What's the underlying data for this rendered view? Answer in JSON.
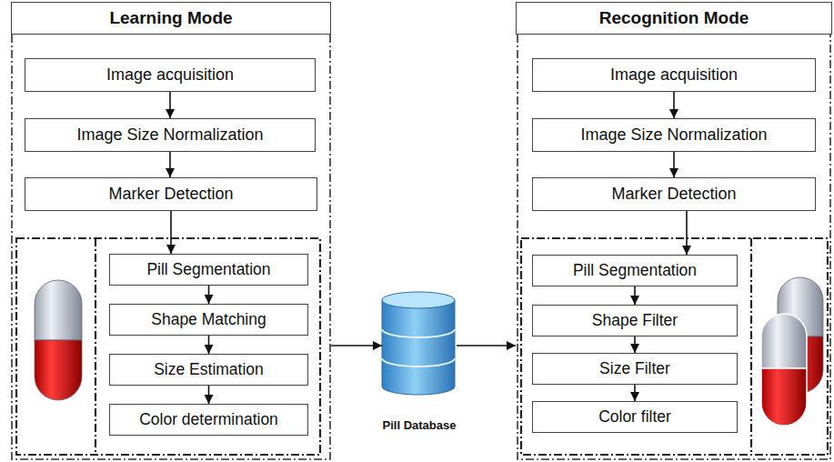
{
  "diagram": {
    "nodes": [
      {
        "text": [
          "Learning Mode"
        ]
      },
      {
        "text": [
          "Image acquisition"
        ],
        "in": 0
      },
      {
        "text": [
          "Image Size Normalization"
        ],
        "in": 0
      },
      {
        "text": [
          "Marker Detection"
        ],
        "in": 0
      },
      {
        "text": [
          "Pill Segmentation"
        ],
        "in": 0
      },
      {
        "text": [
          "Shape Matching"
        ],
        "in": 0
      },
      {
        "text": [
          "Size Estimation"
        ],
        "in": 0
      },
      {
        "text": [
          "Color determination"
        ],
        "in": 0
      },
      {
        "text": [
          "Pill Database"
        ]
      },
      {
        "text": [
          "Recognition Mode"
        ]
      },
      {
        "text": [
          "Image acquisition"
        ],
        "in": 9
      },
      {
        "text": [
          "Image Size Normalization"
        ],
        "in": 9
      },
      {
        "text": [
          "Marker Detection"
        ],
        "in": 9
      },
      {
        "text": [
          "Pill Segmentation"
        ],
        "in": 9
      },
      {
        "text": [
          "Shape Filter"
        ],
        "in": 9
      },
      {
        "text": [
          "Size Filter"
        ],
        "in": 9
      },
      {
        "text": [
          "Color filter"
        ],
        "in": 9
      }
    ],
    "edges": [
      {
        "from": 1,
        "to": 2,
        "arrow": "to"
      },
      {
        "from": 2,
        "to": 3,
        "arrow": "to"
      },
      {
        "from": 3,
        "to": 4,
        "arrow": "to"
      },
      {
        "from": 4,
        "to": 5,
        "arrow": "to"
      },
      {
        "from": 5,
        "to": 6,
        "arrow": "to"
      },
      {
        "from": 6,
        "to": 7,
        "arrow": "to"
      },
      {
        "from": 0,
        "to": 8,
        "arrow": "to"
      },
      {
        "from": 8,
        "to": 9,
        "arrow": "to"
      },
      {
        "from": 10,
        "to": 11,
        "arrow": "to"
      },
      {
        "from": 11,
        "to": 12,
        "arrow": "to"
      },
      {
        "from": 12,
        "to": 13,
        "arrow": "to"
      },
      {
        "from": 13,
        "to": 14,
        "arrow": "to"
      },
      {
        "from": 14,
        "to": 15,
        "arrow": "to"
      },
      {
        "from": 15,
        "to": 16,
        "arrow": "to"
      }
    ]
  }
}
